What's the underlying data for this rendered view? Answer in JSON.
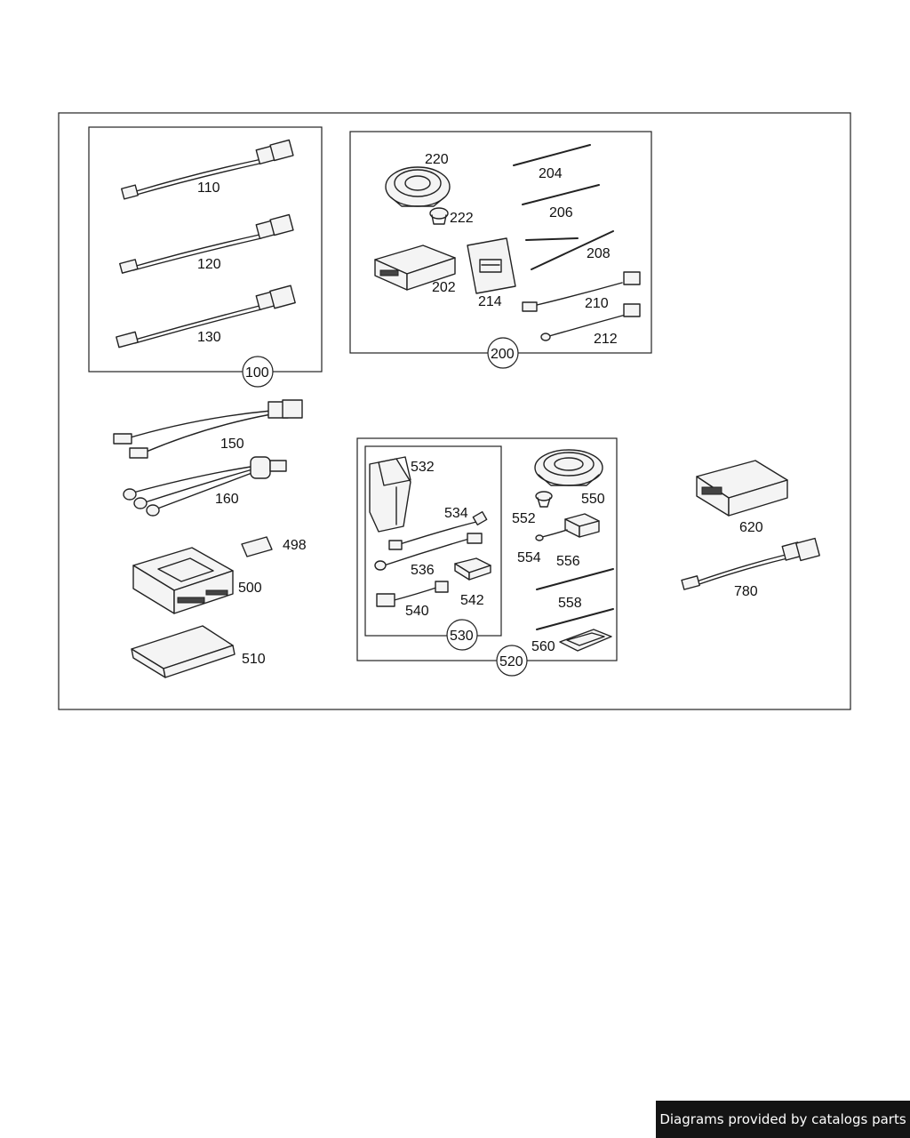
{
  "callouts": {
    "c110": "110",
    "c120": "120",
    "c130": "130",
    "c100": "100",
    "c150": "150",
    "c160": "160",
    "c498": "498",
    "c500": "500",
    "c510": "510",
    "c220": "220",
    "c222": "222",
    "c202": "202",
    "c214": "214",
    "c204": "204",
    "c206": "206",
    "c208": "208",
    "c210": "210",
    "c212": "212",
    "c200": "200",
    "c532": "532",
    "c534": "534",
    "c536": "536",
    "c542": "542",
    "c540": "540",
    "c530": "530",
    "c550": "550",
    "c552": "552",
    "c554": "554",
    "c556": "556",
    "c558": "558",
    "c560": "560",
    "c520": "520",
    "c620": "620",
    "c780": "780"
  },
  "footer": {
    "text": "Diagrams provided by catalogs parts"
  }
}
